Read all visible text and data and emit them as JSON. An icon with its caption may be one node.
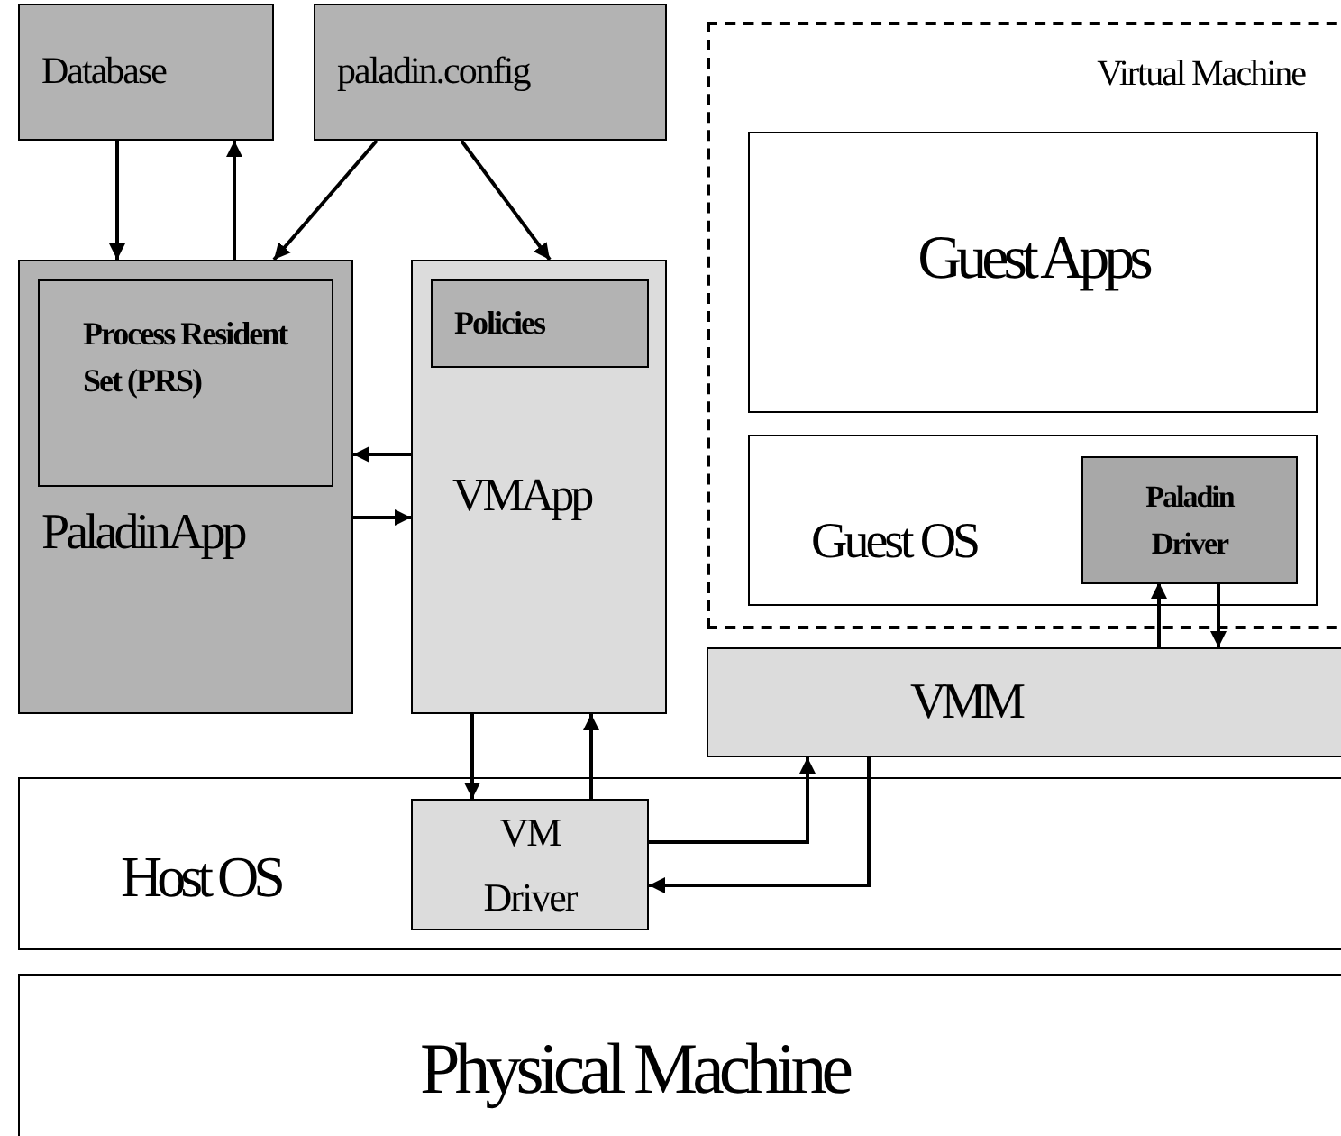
{
  "diagram": {
    "nodes": [
      {
        "text": [
          "Database"
        ]
      },
      {
        "text": [
          "paladin.config"
        ]
      },
      {
        "text": [
          "PaladinApp"
        ]
      },
      {
        "text": [
          "Process Resident Set (PRS)"
        ],
        "in": 2
      },
      {
        "text": [
          "VMApp"
        ]
      },
      {
        "text": [
          "Policies"
        ],
        "in": 4
      },
      {
        "text": [
          "Virtual Machine"
        ]
      },
      {
        "text": [
          "Guest Apps"
        ],
        "in": 6
      },
      {
        "text": [
          "Guest OS"
        ],
        "in": 6
      },
      {
        "text": [
          "Paladin Driver"
        ],
        "in": 8
      },
      {
        "text": [
          "VMM"
        ]
      },
      {
        "text": [
          "Host OS"
        ]
      },
      {
        "text": [
          "VM Driver"
        ],
        "in": 11
      },
      {
        "text": [
          "Physical Machine"
        ]
      }
    ],
    "edges": [
      {
        "from": 0,
        "to": 2,
        "arrow": "to"
      },
      {
        "from": 2,
        "to": 0,
        "arrow": "to"
      },
      {
        "from": 1,
        "to": 2,
        "arrow": "to"
      },
      {
        "from": 1,
        "to": 4,
        "arrow": "to"
      },
      {
        "from": 4,
        "to": 2,
        "arrow": "to"
      },
      {
        "from": 2,
        "to": 4,
        "arrow": "to"
      },
      {
        "from": 4,
        "to": 12,
        "arrow": "to"
      },
      {
        "from": 12,
        "to": 4,
        "arrow": "to"
      },
      {
        "from": 12,
        "to": 10,
        "arrow": "to"
      },
      {
        "from": 10,
        "to": 12,
        "arrow": "to"
      },
      {
        "from": 10,
        "to": 9,
        "arrow": "to"
      },
      {
        "from": 9,
        "to": 10,
        "arrow": "to"
      }
    ]
  }
}
